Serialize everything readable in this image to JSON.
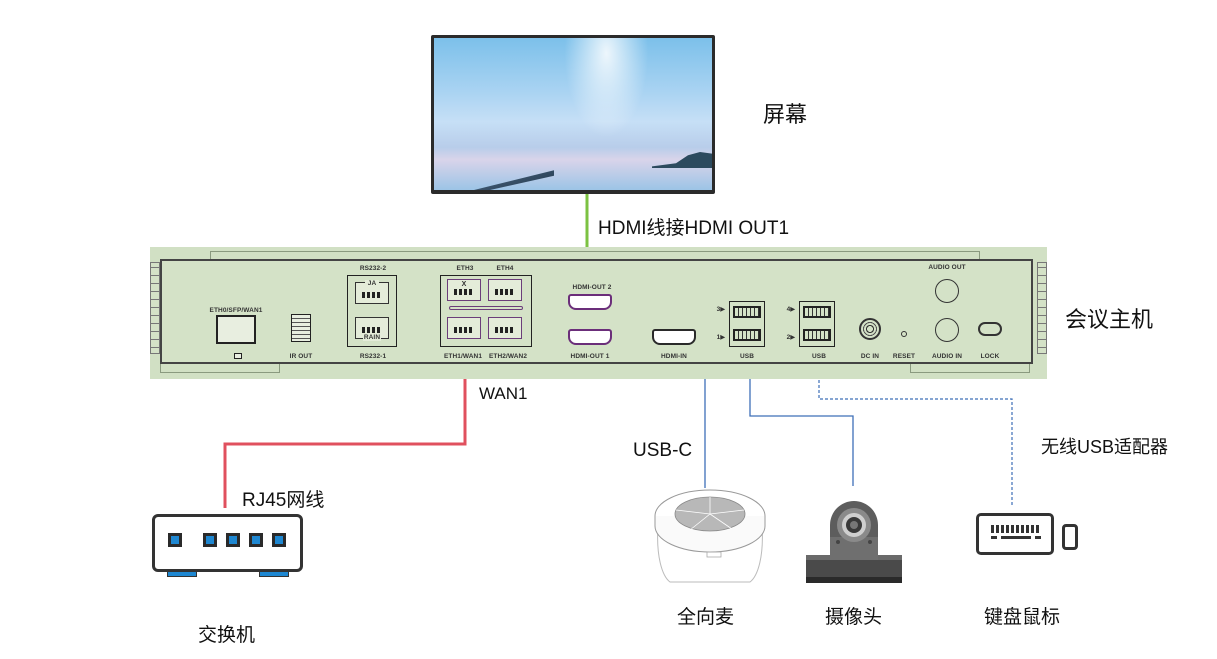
{
  "devices": {
    "screen": {
      "label": "屏幕"
    },
    "host": {
      "label": "会议主机"
    },
    "switch": {
      "label": "交换机"
    },
    "mic": {
      "label": "全向麦"
    },
    "camera": {
      "label": "摄像头"
    },
    "keyboard_mouse": {
      "label": "键盘鼠标"
    }
  },
  "connections": {
    "hdmi": {
      "label": "HDMI线接HDMI OUT1",
      "color": "#7cc242"
    },
    "wan1": {
      "label": "WAN1",
      "color": "#e0505e"
    },
    "rj45": {
      "label": "RJ45网线"
    },
    "usbc": {
      "label": "USB-C",
      "color": "#3e6fb8"
    },
    "wireless": {
      "label": "无线USB适配器",
      "color": "#3e6fb8"
    }
  },
  "host_panel": {
    "eth0_label": "ETH0/SFP/WAN1",
    "ir_out": "IR OUT",
    "rs232_2": "RS232-2",
    "rs232_1": "RS232-1",
    "rs232_2_plate": "JA",
    "rs232_1_plate": "RAIN",
    "eth3": "ETH3",
    "eth4": "ETH4",
    "eth3_mark": "X",
    "eth1": "ETH1/WAN1",
    "eth2": "ETH2/WAN2",
    "hdmi_out2": "HDMI-OUT 2",
    "hdmi_out1": "HDMI-OUT 1",
    "hdmi_in": "HDMI-IN",
    "usb_a": "USB",
    "usb_b": "USB",
    "usb_port_3": "3▶",
    "usb_port_1": "1▶",
    "usb_port_4": "4▶",
    "usb_port_2": "2▶",
    "dc_in": "DC IN",
    "reset": "RESET",
    "audio_out": "AUDIO OUT",
    "audio_in": "AUDIO IN",
    "lock": "LOCK"
  },
  "colors": {
    "host_bg": "#d1e0c4",
    "switch_port": "#1e87d1"
  }
}
